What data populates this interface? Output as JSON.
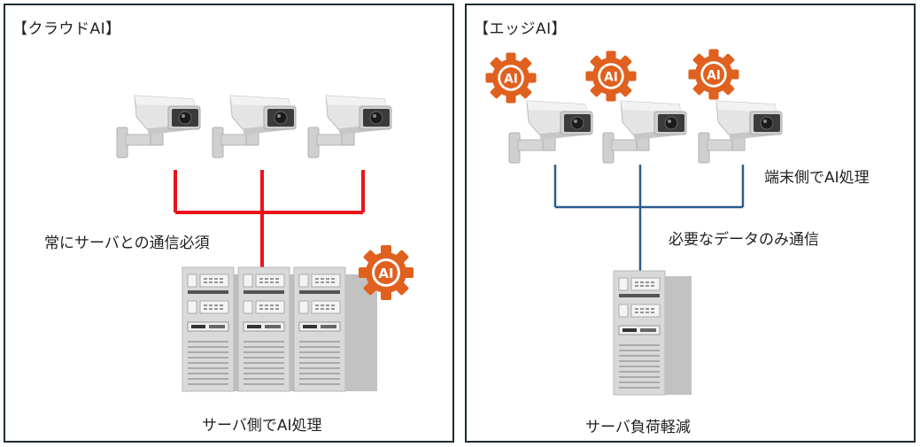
{
  "left_panel": {
    "title": "【クラウドAI】",
    "connection_label": "常にサーバとの通信必須",
    "server_label": "サーバ側でAI処理",
    "ai_badge": "AI",
    "line_color": "#e8141c"
  },
  "right_panel": {
    "title": "【エッジAI】",
    "edge_label": "端末側でAI処理",
    "connection_label": "必要なデータのみ通信",
    "server_label": "サーバ負荷軽減",
    "ai_badge": "AI",
    "line_color": "#2e5b8e"
  },
  "colors": {
    "gear": "#e0601f",
    "border": "#1d2d33",
    "camera_body": "#dcdcdc",
    "server_body": "#d3d3d3"
  }
}
